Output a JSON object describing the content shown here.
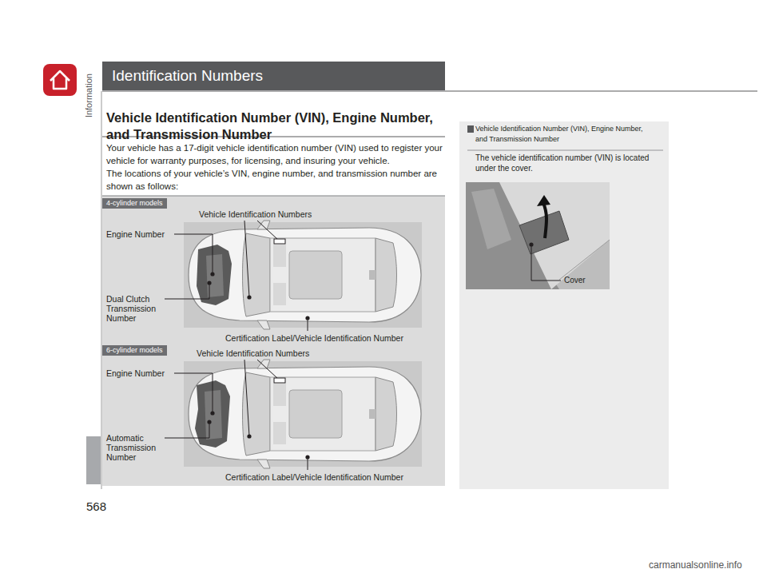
{
  "diagram": {
    "title": "Identification Numbers",
    "nodes": [
      {
        "text": [
          "4-cylinder models"
        ]
      },
      {
        "text": [
          "6-cylinder models"
        ]
      },
      {
        "text": [
          "Vehicle Identification Number (VIN), Engine Number, and Transmission Number",
          "The vehicle identification number (VIN) is located under the cover."
        ]
      }
    ],
    "labels": [
      "Vehicle Identification Number (VIN), Engine Number, and Transmission Number",
      "Your vehicle has a 17-digit vehicle identification number (VIN) used to register your vehicle for warranty purposes, for licensing, and insuring your vehicle.",
      "The locations of your vehicle’s VIN, engine number, and transmission number are shown as follows:",
      "Vehicle Identification Numbers",
      "Engine Number",
      "Dual Clutch Transmission Number",
      "Certification Label/Vehicle Identification Number",
      "Vehicle Identification Numbers",
      "Engine Number",
      "Automatic Transmission Number",
      "Certification Label/Vehicle Identification Number",
      "Cover",
      "Information",
      "568",
      "carmanualsonline.info"
    ]
  }
}
